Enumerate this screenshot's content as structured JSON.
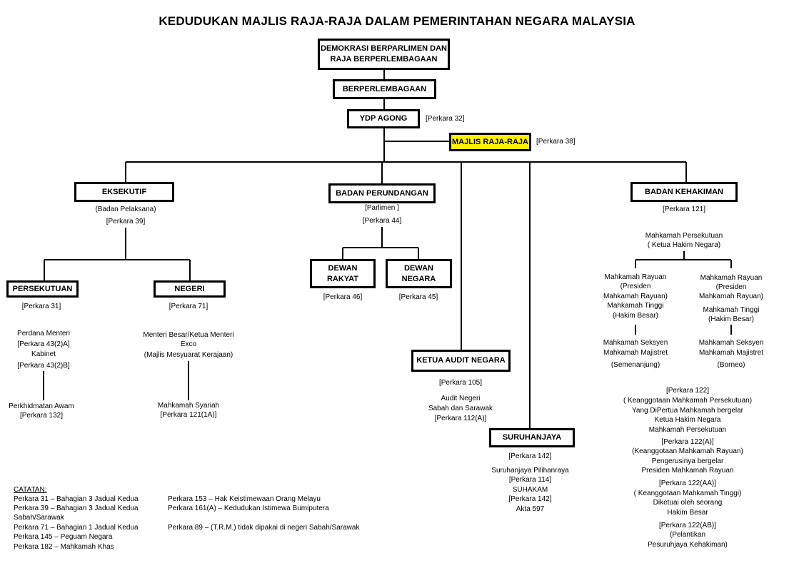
{
  "title": "KEDUDUKAN MAJLIS RAJA-RAJA DALAM PEMERINTAHAN NEGARA MALAYSIA",
  "boxes": {
    "demokrasi_1": "DEMOKRASI BERPARLIMEN DAN",
    "demokrasi_2": "RAJA BERPERLEMBAGAAN",
    "berperlembagaan": "BERPERLEMBAGAAN",
    "ydp": "YDP AGONG",
    "majlis": "MAJLIS RAJA-RAJA",
    "eksekutif": "EKSEKUTIF",
    "perundangan": "BADAN PERUNDANGAN",
    "kehakiman": "BADAN KEHAKIMAN",
    "persekutuan": "PERSEKUTUAN",
    "negeri": "NEGERI",
    "dewan_rakyat_1": "DEWAN",
    "dewan_rakyat_2": "RAKYAT",
    "dewan_negara_1": "DEWAN",
    "dewan_negara_2": "NEGARA",
    "audit": "KETUA AUDIT NEGARA",
    "suruhanjaya": "SURUHANJAYA"
  },
  "labels": {
    "ydp_ref": "[Perkara 32]",
    "majlis_ref": "[Perkara 38]",
    "eks_1": "(Badan Pelaksana)",
    "eks_2": "[Perkara 39]",
    "per_1": "[Parlimen ]",
    "per_2": "[Perkara 44]",
    "keh_1": "[Perkara 121]",
    "keh_2": "Mahkamah Persekutuan",
    "keh_3": "( Ketua Hakim Negara)",
    "fed_1": "[Perkara 31]",
    "fed_2": "Perdana Menteri",
    "fed_3": "[Perkara 43(2)A]",
    "fed_4": "Kabinet",
    "fed_5": "[Perkara 43(2)B]",
    "fed_6": "Perkhidmatan Awam",
    "fed_7": "[Perkara 132]",
    "neg_1": "[Perkara 71]",
    "neg_2": "Menteri Besar/Ketua Menteri",
    "neg_3": "Exco",
    "neg_4": "(Majlis Mesyuarat Kerajaan)",
    "neg_5": "Mahkamah Syariah",
    "neg_6": "[Perkara 121(1A)]",
    "dr_ref": "[Perkara 46]",
    "dn_ref": "[Perkara 45]",
    "aud_1": "[Perkara 105]",
    "aud_2": "Audit Negeri",
    "aud_3": "Sabah dan Sarawak",
    "aud_4": "[Perkara 112(A)]",
    "sur_1": "[Perkara 142]",
    "sur_2": "Suruhanjaya Pilihanraya",
    "sur_3": "[Perkara 114]",
    "sur_4": "SUHAKAM",
    "sur_5": "[Perkara 142]",
    "sur_6": "Akta 597",
    "mr_l_1": "Mahkamah Rayuan",
    "mr_l_2": "(Presiden",
    "mr_l_3": "Mahkamah Rayuan)",
    "mr_l_4": "Mahkamah Tinggi",
    "mr_l_5": "(Hakim Besar)",
    "ms_l_1": "Mahkamah Seksyen",
    "ms_l_2": "Mahkamah Majistret",
    "ms_l_3": "(Semenanjung)",
    "mr_r_1": "Mahkamah Rayuan",
    "mr_r_2": "(Presiden",
    "mr_r_3": "Mahkamah Rayuan)",
    "mr_r_4": "Mahkamah Tinggi",
    "mr_r_5": "(Hakim Besar)",
    "ms_r_1": "Mahkamah Seksyen",
    "ms_r_2": "Mahkamah Majistret",
    "ms_r_3": "(Borneo)",
    "p122_1": "[Perkara 122]",
    "p122_2": "( Keanggotaan Mahkamah Persekutuan)",
    "p122_3": "Yang DiPertua Mahkamah bergelar",
    "p122_4": "Ketua Hakim Negara",
    "p122_5": "Mahkamah Persekutuan",
    "p122a_1": "[Perkara 122(A)]",
    "p122a_2": "(Keanggotaan Mahkamah Rayuan)",
    "p122a_3": "Pengerusinya bergelar",
    "p122a_4": "Presiden Mahkamah Rayuan",
    "p122aa_1": "[Perkara 122(AA)]",
    "p122aa_2": "( Keanggotaan Mahkamah Tinggi)",
    "p122aa_3": "Diketuai oleh seorang",
    "p122aa_4": "Hakim Besar",
    "p122ab_1": "[Perkara 122(AB)]",
    "p122ab_2": "(Pelantikan",
    "p122ab_3": "Pesuruhjaya Kehakiman)"
  },
  "notes": {
    "heading": "CATATAN:",
    "left": [
      "Perkara 31 – Bahagian 3 Jadual Kedua",
      "Perkara 39 – Bahagian 3 Jadual Kedua",
      "Sabah/Sarawak",
      "Perkara 71 – Bahagian 1 Jadual Kedua",
      "Perkara 145 – Peguam Negara",
      "Perkara 182 – Mahkamah Khas"
    ],
    "right": [
      "Perkara 153 – Hak Keistimewaan Orang Melayu",
      "Perkara 161(A) – Kedudukan Istimewa Bumiputera",
      "Perkara 89 –  (T.R.M.) tidak dipakai di negeri Sabah/Sarawak"
    ]
  }
}
